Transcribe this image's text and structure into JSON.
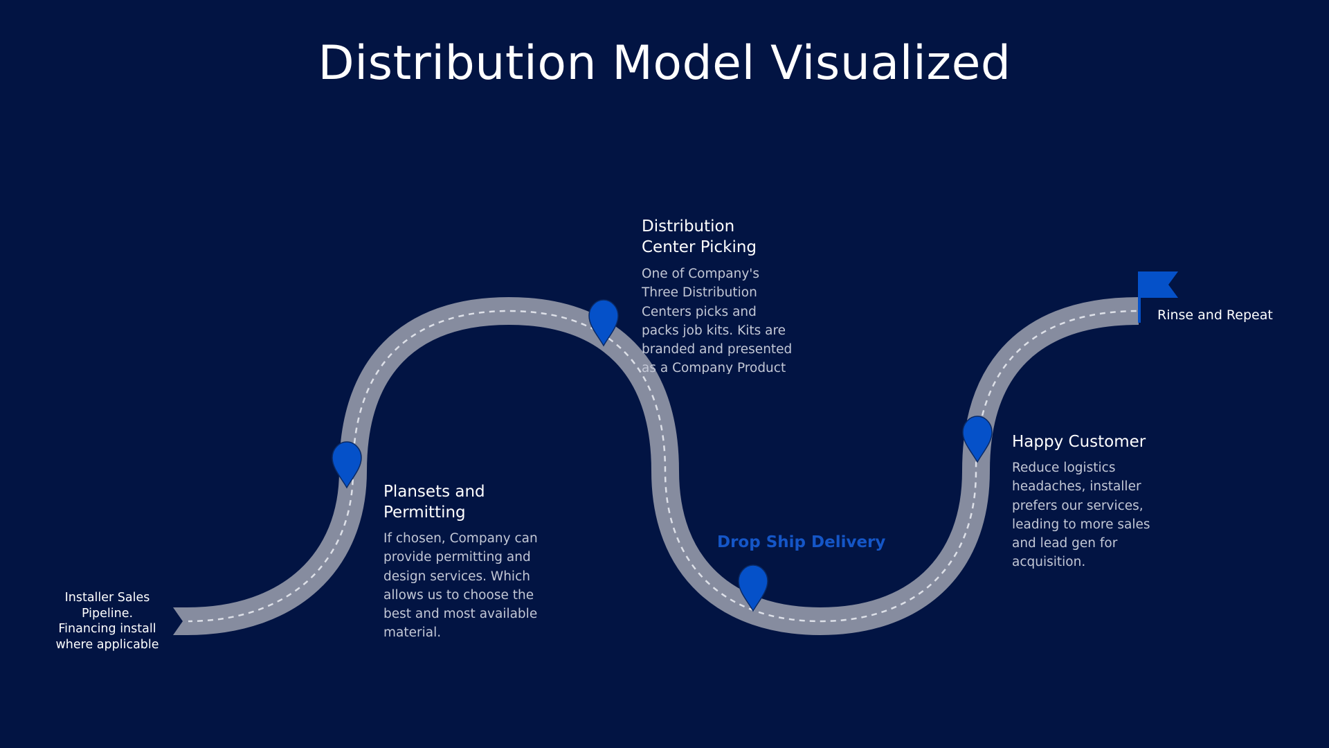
{
  "slide": {
    "title": "Distribution Model Visualized",
    "background_color": "#021443"
  },
  "colors": {
    "road": "#868c9f",
    "road_dash": "#dde0e8",
    "pin": "#0551c9",
    "pin_outline": "#0a2a66",
    "flag": "#0551c9",
    "accent_label": "#1556c7"
  },
  "steps": {
    "start": {
      "icon": "start-ribbon-icon",
      "label": "Installer Sales\nPipeline.\nFinancing install\nwhere applicable"
    },
    "plansets": {
      "icon": "map-pin-icon",
      "title": "Plansets and\nPermitting",
      "description": "If chosen, Company can\nprovide permitting and\ndesign services.  Which\nallows us to choose the\nbest and most available\nmaterial."
    },
    "distribution": {
      "icon": "map-pin-icon",
      "title": "Distribution\nCenter Picking",
      "description": "One of Company's\nThree Distribution\nCenters picks and\npacks job kits.  Kits are\nbranded and presented\nas a Company Product"
    },
    "drop_ship": {
      "icon": "map-pin-icon",
      "title": "Drop Ship Delivery"
    },
    "happy_customer": {
      "icon": "map-pin-icon",
      "title": "Happy Customer",
      "description": "Reduce logistics\nheadaches, installer\nprefers our services,\nleading to more sales\nand lead gen for\nacquisition."
    },
    "finish": {
      "icon": "finish-flag-icon",
      "label": "Rinse and Repeat"
    }
  }
}
